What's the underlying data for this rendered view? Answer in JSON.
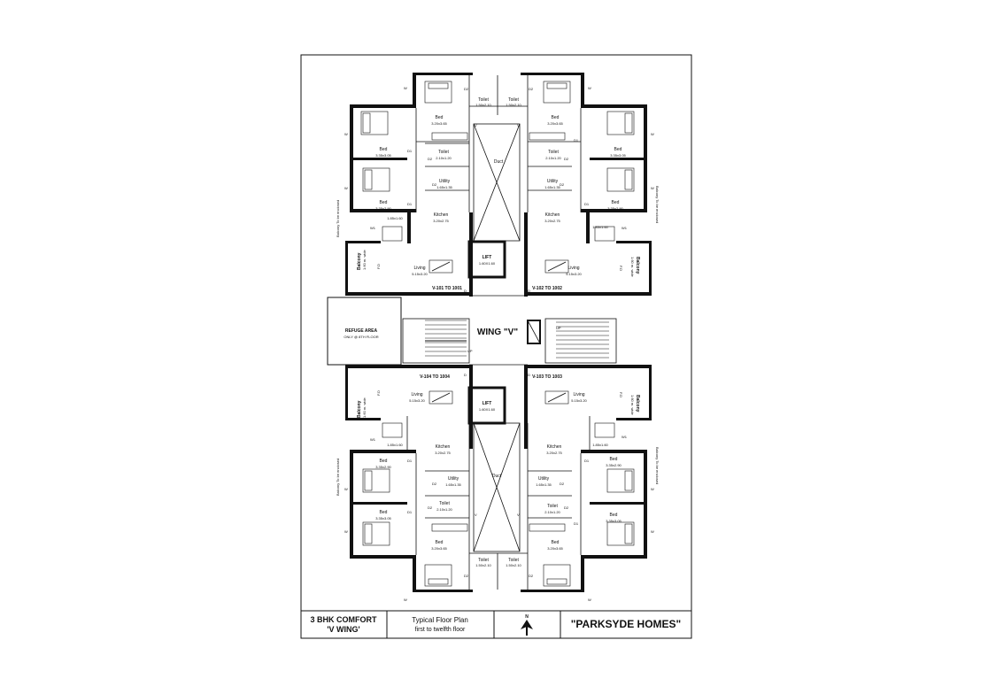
{
  "plan": {
    "wing_label": "WING \"V\"",
    "duct": "Duct",
    "lift_label": "LIFT",
    "lift_size": "1.60X1.60",
    "refuge_line1": "REFUGE AREA",
    "refuge_line2": "ONLY @ 8TH FLOOR",
    "up": "UP",
    "flats": {
      "nw": "V-101 TO 1001",
      "ne": "V-102 TO 1002",
      "sw": "V-104 TO 1004",
      "se": "V-103 TO 1003"
    },
    "rooms": {
      "bed": "Bed",
      "toilet": "Toilet",
      "utility": "Utility",
      "kitchen": "Kitchen",
      "living": "Living",
      "balcony": "Balcony",
      "balcony_size": "1.60 m. wide",
      "balcony_note": "Balcony To be enclosed"
    },
    "sizes": {
      "bed_master": "3.20x3.65",
      "bed_outer": "3.35x3.05",
      "bed_small": "3.35x2.90",
      "toilet_master": "1.50x2.10",
      "toilet_common": "2.10x1.20",
      "utility": "1.65x1.35",
      "kitchen": "3.20x2.75",
      "living": "5.15x3.20",
      "dining": "1.85x1.60"
    },
    "marks": {
      "window": "W",
      "window1": "W1",
      "door": "D",
      "door1": "D1",
      "door2": "D2",
      "vent": "V",
      "fd": "F.D"
    }
  },
  "title_block": {
    "type_line1": "3 BHK COMFORT",
    "type_line2": "'V WING'",
    "plan_line1": "Typical Floor Plan",
    "plan_line2": "first to twelfth floor",
    "north": "N",
    "project": "\"PARKSYDE HOMES\""
  }
}
